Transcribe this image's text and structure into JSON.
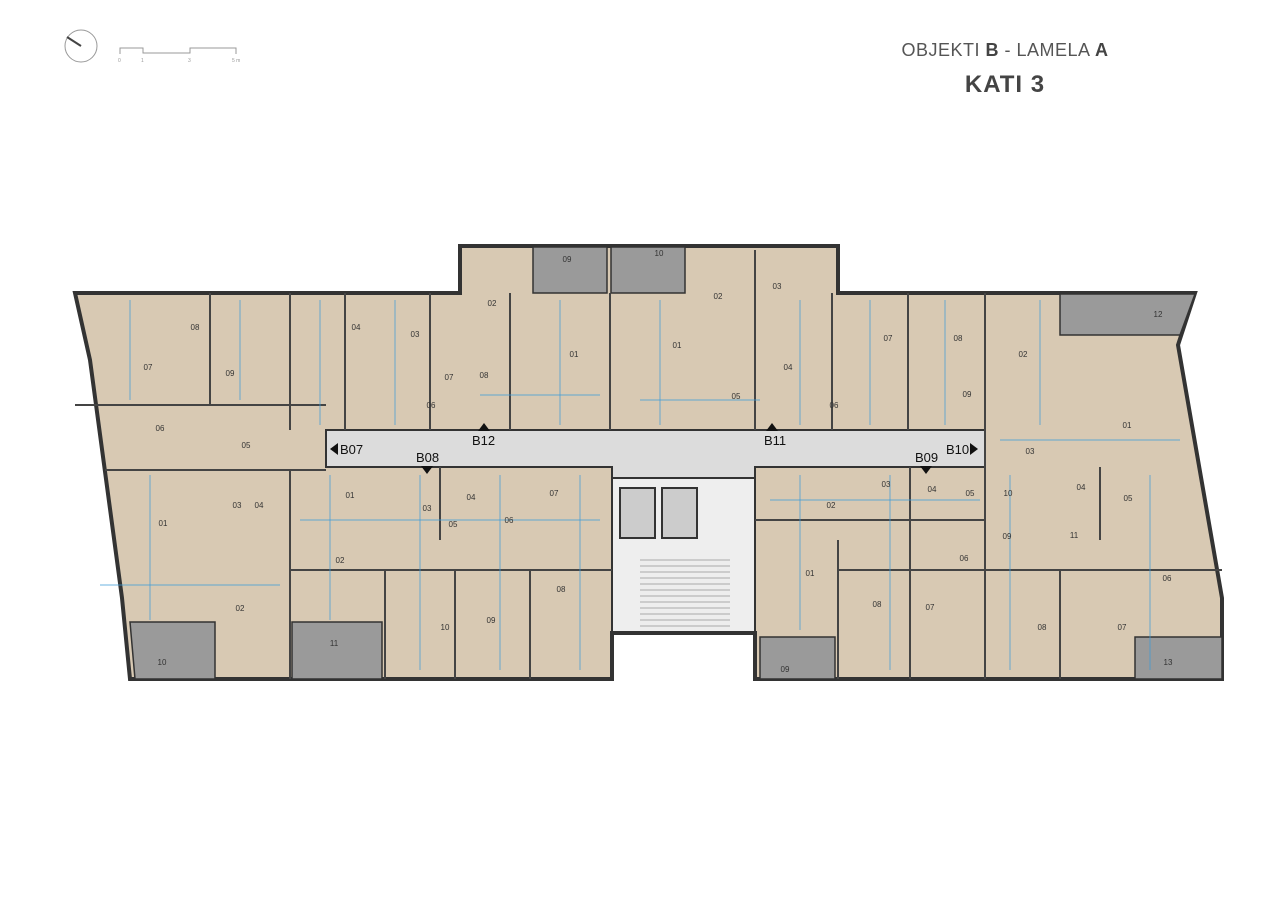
{
  "header": {
    "object_prefix": "OBJEKTI ",
    "object_letter": "B",
    "separator": " - LAMELA ",
    "lamela_letter": "A",
    "floor_title": "KATI 3"
  },
  "scale_bar": {
    "ticks": [
      "0",
      "1",
      "3",
      "5 m"
    ]
  },
  "units": [
    "B07",
    "B08",
    "B09",
    "B10",
    "B11",
    "B12"
  ],
  "rooms": {
    "b07": [
      "07",
      "08",
      "09",
      "06",
      "05",
      "01",
      "03",
      "04",
      "02",
      "10"
    ],
    "b12": [
      "04",
      "03",
      "07",
      "08",
      "06",
      "02",
      "01",
      "09"
    ],
    "b11": [
      "10",
      "01",
      "02",
      "03",
      "04",
      "05",
      "06",
      "07",
      "08",
      "09"
    ],
    "b10": [
      "02",
      "12",
      "01",
      "03",
      "04",
      "05",
      "10",
      "09",
      "11",
      "06",
      "08",
      "07",
      "13"
    ],
    "b09": [
      "02",
      "03",
      "04",
      "05",
      "06",
      "01",
      "08",
      "07",
      "09"
    ],
    "b08": [
      "01",
      "03",
      "04",
      "05",
      "06",
      "07",
      "02",
      "10",
      "09",
      "08",
      "11"
    ]
  },
  "colors": {
    "floor": "#d8c9b3",
    "corridor": "#dcdcdc",
    "balcony": "#9a9a9a",
    "wall": "#333333",
    "dimension": "#3a9ad9"
  }
}
